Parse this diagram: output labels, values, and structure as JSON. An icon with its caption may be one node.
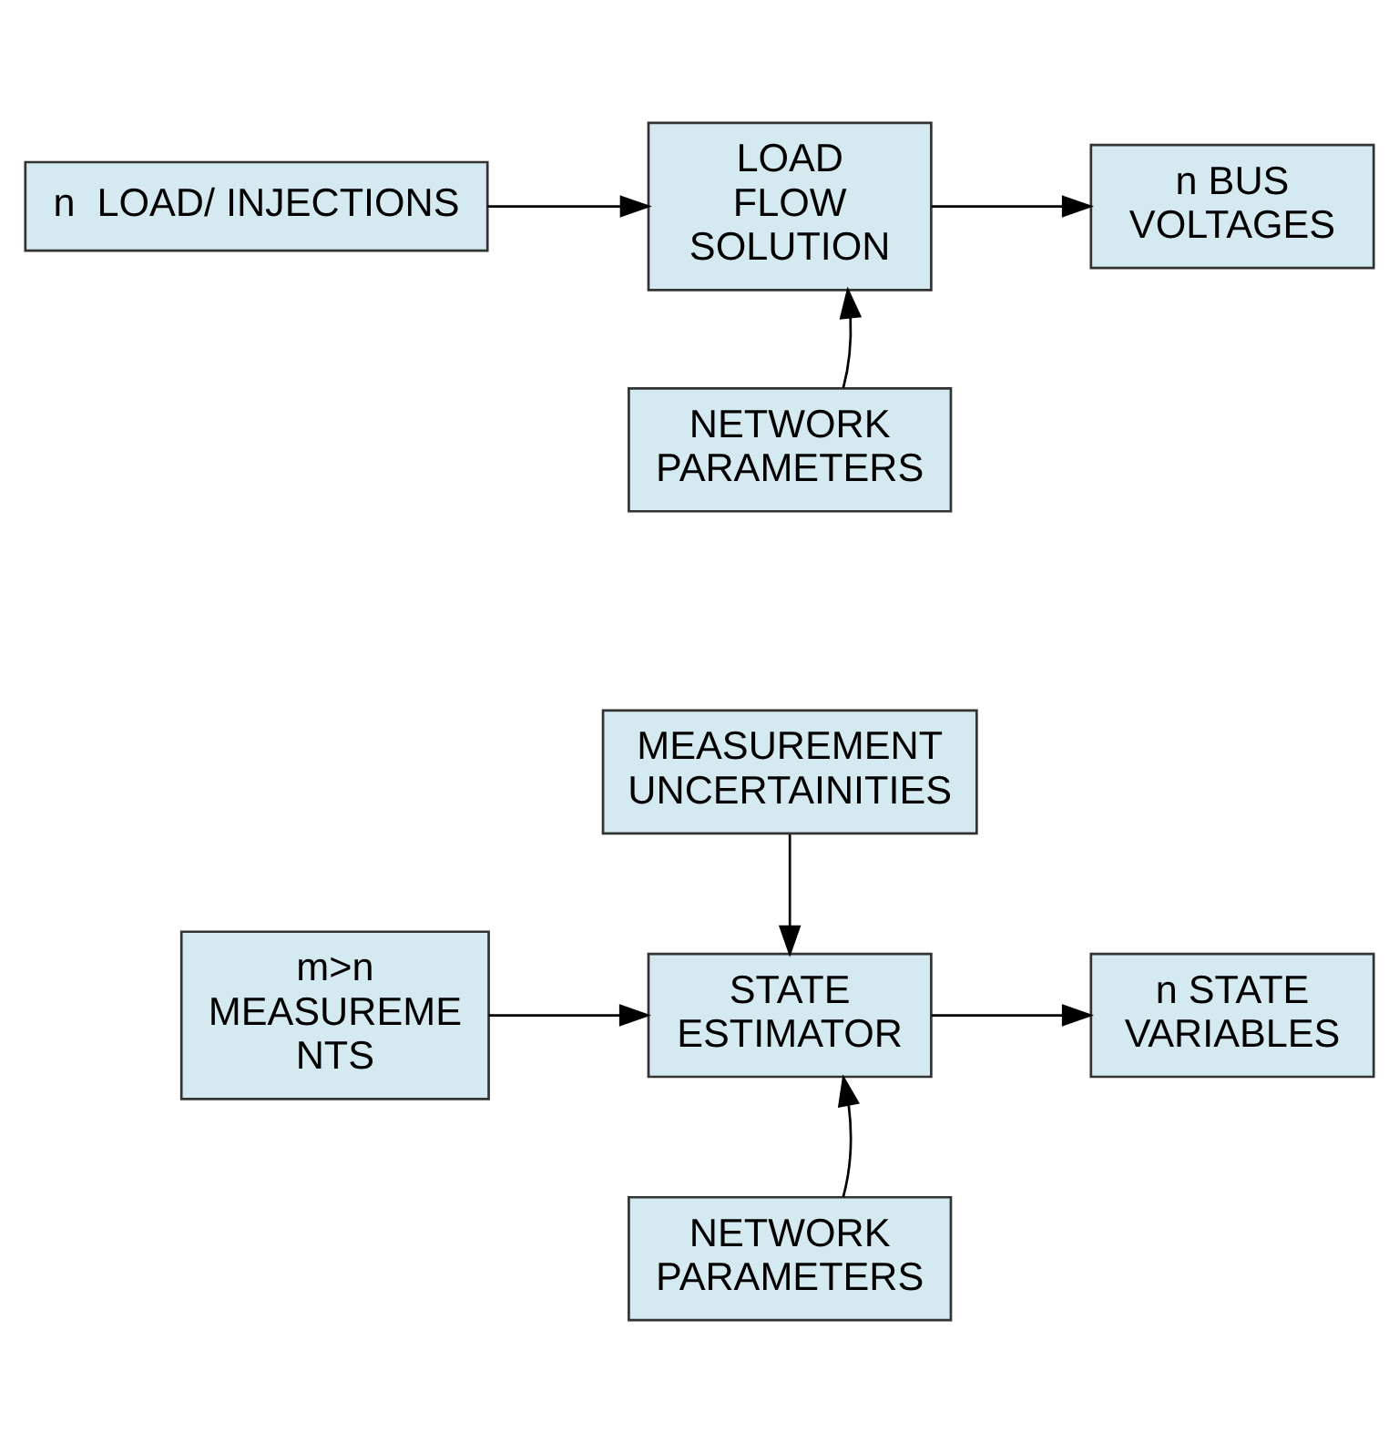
{
  "diagram": {
    "nodes": [
      {
        "text": [
          "n  LOAD/ INJECTIONS"
        ]
      },
      {
        "text": [
          "LOAD FLOW SOLUTION"
        ]
      },
      {
        "text": [
          "n BUS VOLTAGES"
        ]
      },
      {
        "text": [
          "NETWORK PARAMETERS"
        ]
      },
      {
        "text": [
          "MEASUREMENT UNCERTAINITIES"
        ]
      },
      {
        "text": [
          "m>n MEASUREME NTS"
        ]
      },
      {
        "text": [
          "STATE ESTIMATOR"
        ]
      },
      {
        "text": [
          "n STATE VARIABLES"
        ]
      },
      {
        "text": [
          "NETWORK PARAMETERS"
        ]
      }
    ],
    "edges": [
      {
        "from": 0,
        "to": 1,
        "arrow": "to"
      },
      {
        "from": 1,
        "to": 2,
        "arrow": "to"
      },
      {
        "from": 3,
        "to": 1,
        "arrow": "to"
      },
      {
        "from": 4,
        "to": 6,
        "arrow": "to"
      },
      {
        "from": 5,
        "to": 6,
        "arrow": "to"
      },
      {
        "from": 6,
        "to": 7,
        "arrow": "to"
      },
      {
        "from": 8,
        "to": 6,
        "arrow": "to"
      }
    ]
  }
}
